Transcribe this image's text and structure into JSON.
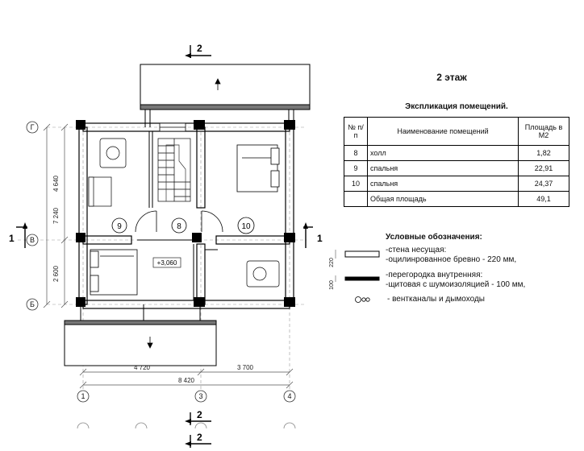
{
  "section": {
    "label": "2"
  },
  "floor": {
    "title": "2 этаж"
  },
  "axes": {
    "letters": [
      "Г",
      "В",
      "Б"
    ],
    "numbers": [
      "1",
      "3",
      "4"
    ],
    "cut": "1"
  },
  "dimensions": {
    "left_total": "7 240",
    "left_top": "4 640",
    "left_bottom": "2 600",
    "bottom_left": "4 720",
    "bottom_right": "3 700",
    "bottom_total": "8 420",
    "legend_wall": "220",
    "legend_partition": "100"
  },
  "plan": {
    "rooms": [
      "9",
      "8",
      "10"
    ],
    "level": "+3,060"
  },
  "explication": {
    "title": "Экспликация помещений.",
    "headers": [
      "№ п/п",
      "Наименование помещений",
      "Площадь в М2"
    ],
    "rows": [
      {
        "num": "8",
        "name": "холл",
        "area": "1,82"
      },
      {
        "num": "9",
        "name": "спальня",
        "area": "22,91"
      },
      {
        "num": "10",
        "name": "спальня",
        "area": "24,37"
      }
    ],
    "total_label": "Общая площадь",
    "total_value": "49,1"
  },
  "legend": {
    "title": "Условные обозначения:",
    "wall_line1": "-стена несущая:",
    "wall_line2": "-оцилинрованное бревно - 220 мм,",
    "partition_line1": "-перегородка внутренняя:",
    "partition_line2": "-щитовая с шумоизоляцией - 100 мм,",
    "vent": "- вентканалы и дымоходы"
  }
}
